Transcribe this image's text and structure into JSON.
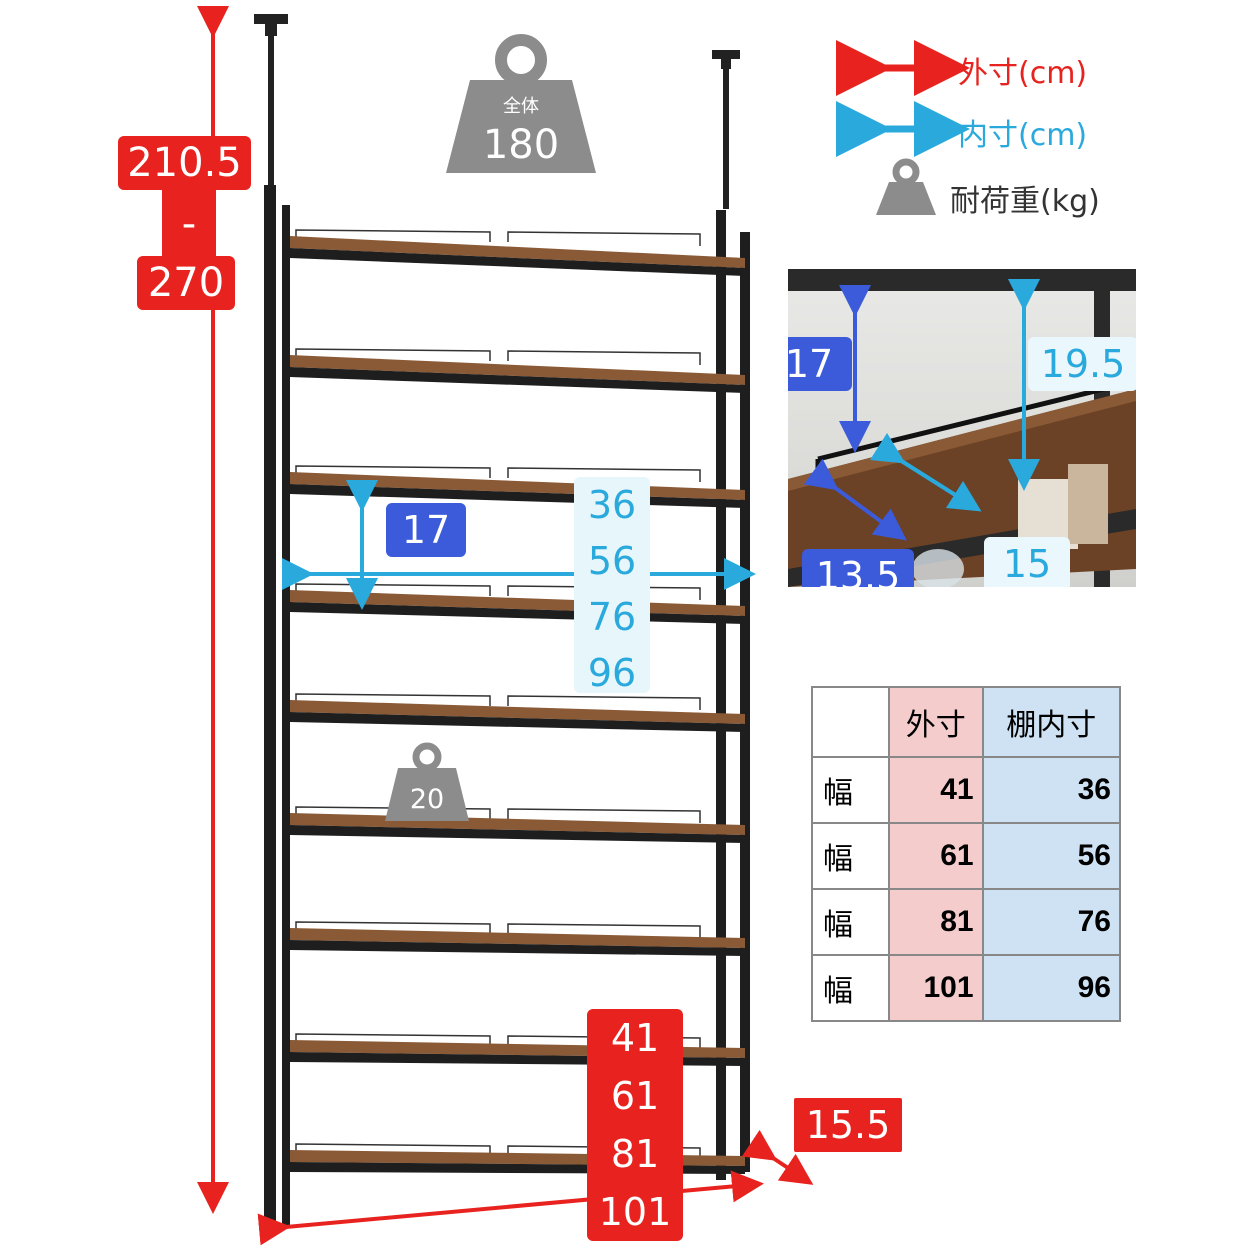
{
  "height_dimension": {
    "max": "210.5",
    "separator": "-",
    "min": "270"
  },
  "total_load": {
    "label": "全体",
    "value": "180"
  },
  "shelf_load": {
    "value": "20"
  },
  "legend": {
    "outer": "外寸(cm)",
    "inner": "内寸(cm)",
    "load": "耐荷重(kg)"
  },
  "shelf_gap": "17",
  "inner_widths": [
    "36",
    "56",
    "76",
    "96"
  ],
  "outer_widths": [
    "41",
    "61",
    "81",
    "101"
  ],
  "depth": "15.5",
  "detail": {
    "left_height": "17",
    "right_height": "19.5",
    "depth_a": "13.5",
    "depth_b": "15"
  },
  "table": {
    "headers": [
      "",
      "外寸",
      "棚内寸"
    ],
    "rows": [
      {
        "label": "幅",
        "outer": "41",
        "inner": "36"
      },
      {
        "label": "幅",
        "outer": "61",
        "inner": "56"
      },
      {
        "label": "幅",
        "outer": "81",
        "inner": "76"
      },
      {
        "label": "幅",
        "outer": "101",
        "inner": "96"
      }
    ]
  },
  "colors": {
    "outer": "#e8231f",
    "inner": "#2aa9dd",
    "shelf_wood": "#8a5a36",
    "frame": "#1e1e1e",
    "weight": "#8c8c8c"
  }
}
